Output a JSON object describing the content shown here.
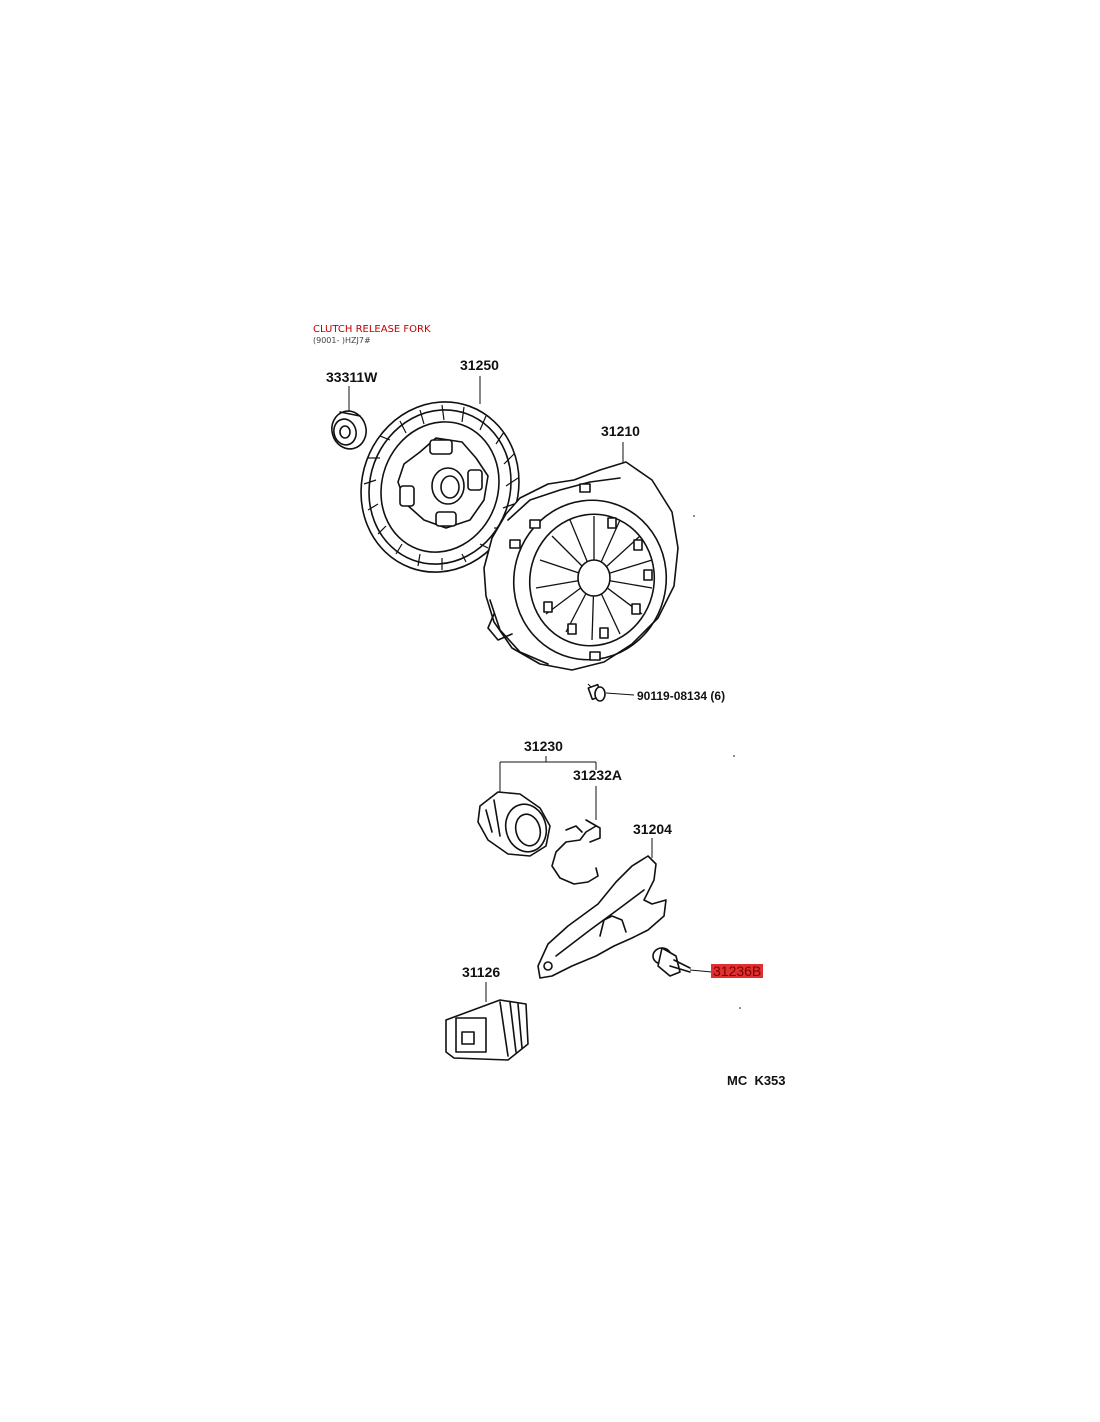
{
  "header": {
    "title": "CLUTCH RELEASE FORK",
    "subtitle": "(9001- )HZJ7#"
  },
  "parts": [
    {
      "id": "33311w",
      "label": "33311W"
    },
    {
      "id": "31250",
      "label": "31250"
    },
    {
      "id": "31210",
      "label": "31210"
    },
    {
      "id": "90119",
      "label": "90119-08134 (6)"
    },
    {
      "id": "31230",
      "label": "31230"
    },
    {
      "id": "31232a",
      "label": "31232A"
    },
    {
      "id": "31204",
      "label": "31204"
    },
    {
      "id": "31236b",
      "label": "31236B",
      "highlighted": true
    },
    {
      "id": "31126",
      "label": "31126"
    }
  ],
  "footer": {
    "code": "MC  K353"
  },
  "colors": {
    "header_title": "#c00000",
    "highlight": "#e03030"
  }
}
